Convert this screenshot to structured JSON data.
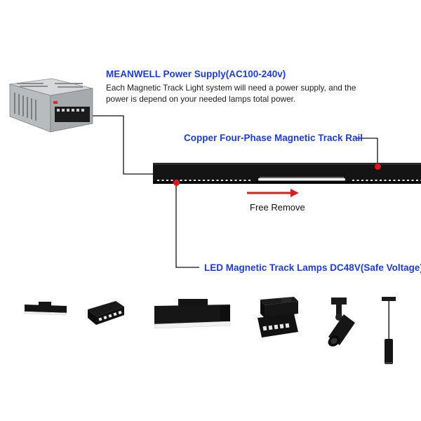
{
  "power_supply": {
    "title": "MEANWELL Power Supply(AC100-240v)",
    "description_line1": "Each Magnetic Track Light system will need a power supply, and the",
    "description_line2": "power is depend on your needed lamps total power.",
    "icon": "power-supply-unit"
  },
  "track_rail": {
    "title": "Copper Four-Phase Magnetic Track Rail"
  },
  "free_remove": {
    "label": "Free Remove"
  },
  "lamps": {
    "title": "LED Magnetic Track Lamps DC48V(Safe Voltage)",
    "items": [
      {
        "icon": "linear-light-small"
      },
      {
        "icon": "grille-light-small"
      },
      {
        "icon": "linear-light-large"
      },
      {
        "icon": "folding-grille-light"
      },
      {
        "icon": "spot-light"
      },
      {
        "icon": "pendant-light"
      }
    ]
  },
  "colors": {
    "label_blue": "#1f3ccf",
    "marker_red": "#e0161b",
    "arrow_red": "#d42020",
    "rail_black": "#141414"
  }
}
